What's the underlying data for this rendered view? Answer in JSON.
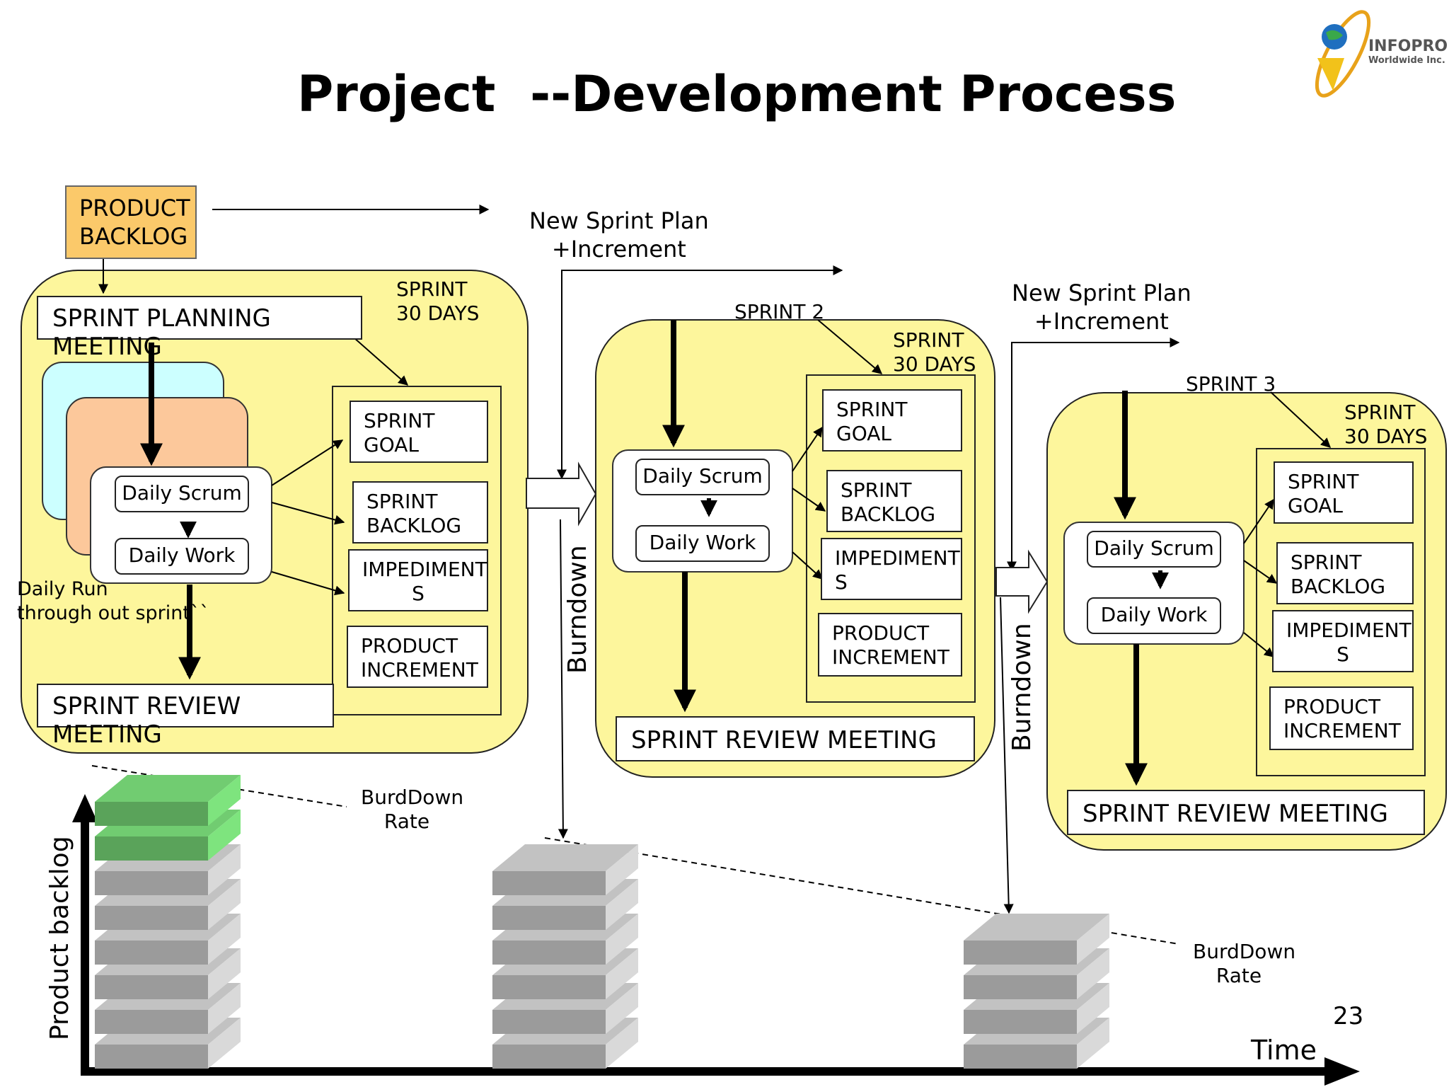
{
  "title": "Project  --Development Process",
  "product_backlog": "PRODUCT\nBACKLOG",
  "logo": {
    "name": "INFOPRO",
    "tagline": "Worldwide Inc."
  },
  "sprint1": {
    "planning": "SPRINT PLANNING MEETING",
    "duration": "SPRINT\n30 DAYS",
    "daily_scrum": "Daily Scrum",
    "daily_work": "Daily Work",
    "daily_run": "Daily Run\nthrough out sprint``",
    "goal": "SPRINT\nGOAL",
    "backlog": "SPRINT\nBACKLOG",
    "impediments": "IMPEDIMENT\nS",
    "increment": "PRODUCT\nINCREMENT",
    "review": "SPRINT REVIEW MEETING"
  },
  "sprint2": {
    "label": "SPRINT 2",
    "duration": "SPRINT\n30 DAYS",
    "daily_scrum": "Daily Scrum",
    "daily_work": "Daily Work",
    "goal": "SPRINT\nGOAL",
    "backlog": "SPRINT\nBACKLOG",
    "impediments": "IMPEDIMENT\nS",
    "increment": "PRODUCT\nINCREMENT",
    "review": "SPRINT REVIEW MEETING"
  },
  "sprint3": {
    "label": "SPRINT 3",
    "duration": "SPRINT\n30 DAYS",
    "daily_scrum": "Daily Scrum",
    "daily_work": "Daily Work",
    "goal": "SPRINT\nGOAL",
    "backlog": "SPRINT\nBACKLOG",
    "impediments": "IMPEDIMENT\nS",
    "increment": "PRODUCT\nINCREMENT",
    "review": "SPRINT REVIEW MEETING"
  },
  "new_sprint_plan_1": "New Sprint Plan\n+Increment",
  "new_sprint_plan_2": "New Sprint Plan\n+Increment",
  "burndown_1": "Burndown",
  "burndown_2": "Burndown",
  "burndown_rate_1": "BurdDown\nRate",
  "burndown_rate_2": "BurdDown\nRate",
  "y_axis_label": "Product backlog",
  "x_axis_label": "Time",
  "page_number": "23",
  "colors": {
    "sprint_fill": "#fdf69c",
    "backlog_fill": "#fbc96a",
    "cyan_card": "#ccffff",
    "peach_card": "#fcc89b",
    "block_grey": "#9b9b9b",
    "block_green": "#5aa35a"
  }
}
